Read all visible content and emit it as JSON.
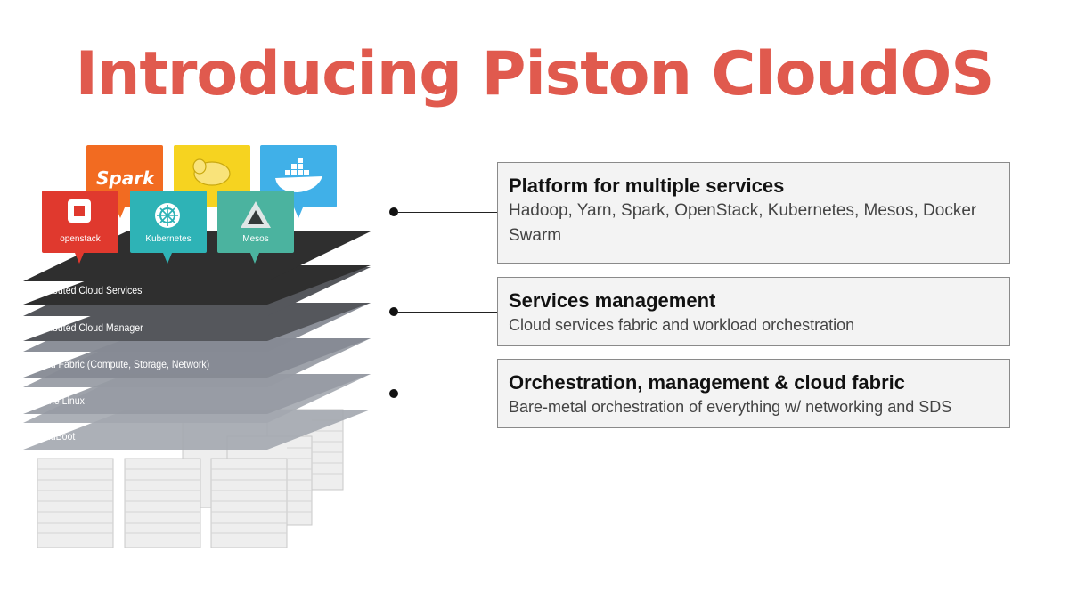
{
  "slide": {
    "title": "Introducing Piston CloudOS"
  },
  "tiles": [
    {
      "name": "spark",
      "label": "Spark",
      "color": "#f26b21"
    },
    {
      "name": "hadoop",
      "label": "",
      "color": "#f6d320"
    },
    {
      "name": "docker",
      "label": "",
      "color": "#40b0e8"
    },
    {
      "name": "openstack",
      "label": "openstack",
      "color": "#e0392e"
    },
    {
      "name": "kubernetes",
      "label": "Kubernetes",
      "color": "#2eb3b6"
    },
    {
      "name": "mesos",
      "label": "Mesos",
      "color": "#4bb39f"
    }
  ],
  "layers": [
    {
      "label": "Distributed Cloud Services",
      "color": "#2f2f2f"
    },
    {
      "label": "Distributed Cloud Manager",
      "color": "#55575c"
    },
    {
      "label": "Cloud Fabric (Compute, Storage, Network)",
      "color": "#868a93"
    },
    {
      "label": "Iocane Linux",
      "color": "#969aa3"
    },
    {
      "label": "CloudBoot",
      "color": "#a3a7af"
    }
  ],
  "boxes": [
    {
      "title": "Platform for multiple services",
      "desc": "Hadoop, Yarn, Spark, OpenStack, Kubernetes, Mesos, Docker Swarm"
    },
    {
      "title": "Services management",
      "desc": "Cloud services fabric and workload orchestration"
    },
    {
      "title": "Orchestration, management & cloud fabric",
      "desc": "Bare-metal orchestration of everything w/ networking and SDS"
    }
  ]
}
